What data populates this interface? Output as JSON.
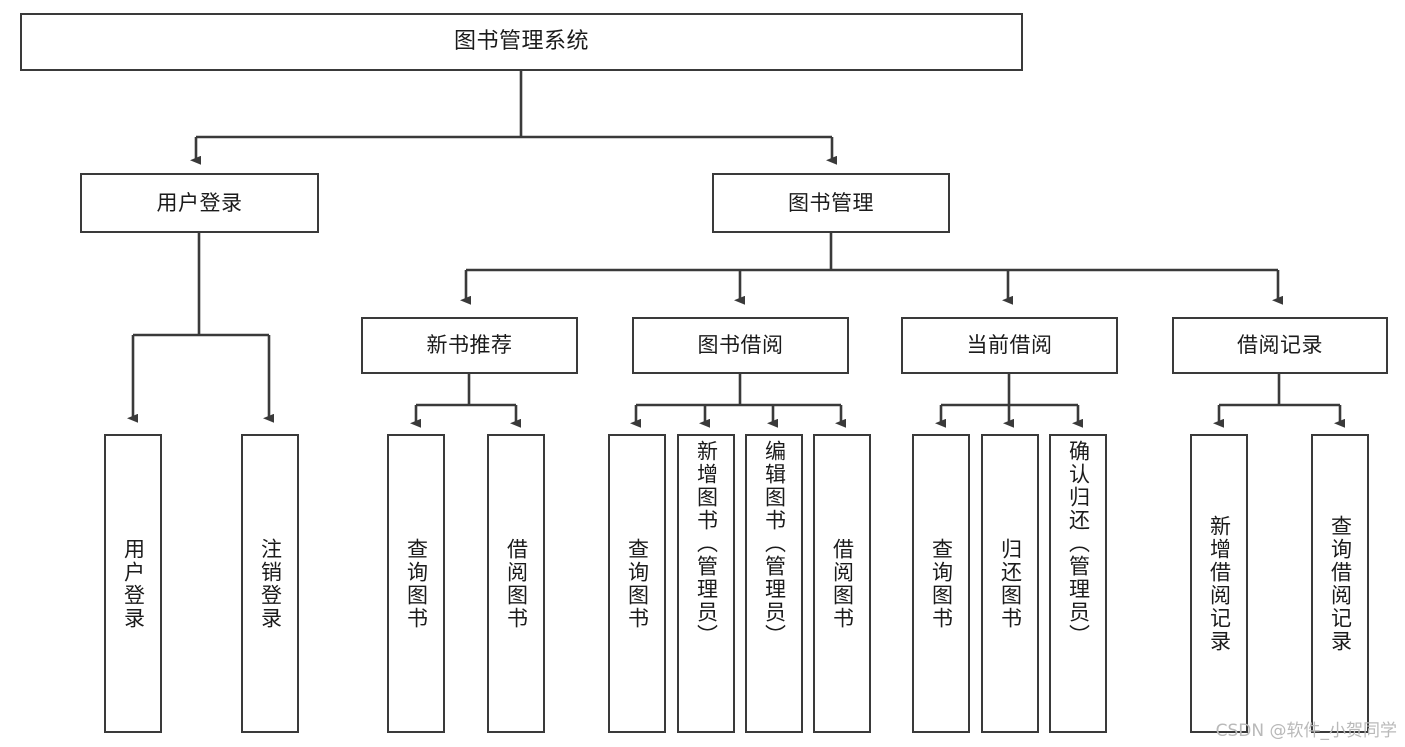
{
  "diagram": {
    "title": "图书管理系统",
    "type": "tree-hierarchy",
    "watermark": "CSDN @软件_小贺同学",
    "accent_color": "#3a3a3a",
    "text_color": "#1b1b1b",
    "background_color": "#ffffff",
    "root": {
      "label": "图书管理系统"
    },
    "level2": [
      {
        "label": "用户登录"
      },
      {
        "label": "图书管理"
      }
    ],
    "level3": [
      {
        "label": "新书推荐"
      },
      {
        "label": "图书借阅"
      },
      {
        "label": "当前借阅"
      },
      {
        "label": "借阅记录"
      }
    ],
    "leaves": {
      "user_login": [
        {
          "label": "用户登录"
        },
        {
          "label": "注销登录"
        }
      ],
      "new_book_recommend": [
        {
          "label": "查询图书"
        },
        {
          "label": "借阅图书"
        }
      ],
      "book_borrow": [
        {
          "label": "查询图书"
        },
        {
          "label": "新增图书（管理员）"
        },
        {
          "label": "编辑图书（管理员）"
        },
        {
          "label": "借阅图书"
        }
      ],
      "current_borrow": [
        {
          "label": "查询图书"
        },
        {
          "label": "归还图书"
        },
        {
          "label": "确认归还（管理员）"
        }
      ],
      "borrow_record": [
        {
          "label": "新增借阅记录"
        },
        {
          "label": "查询借阅记录"
        }
      ]
    }
  }
}
